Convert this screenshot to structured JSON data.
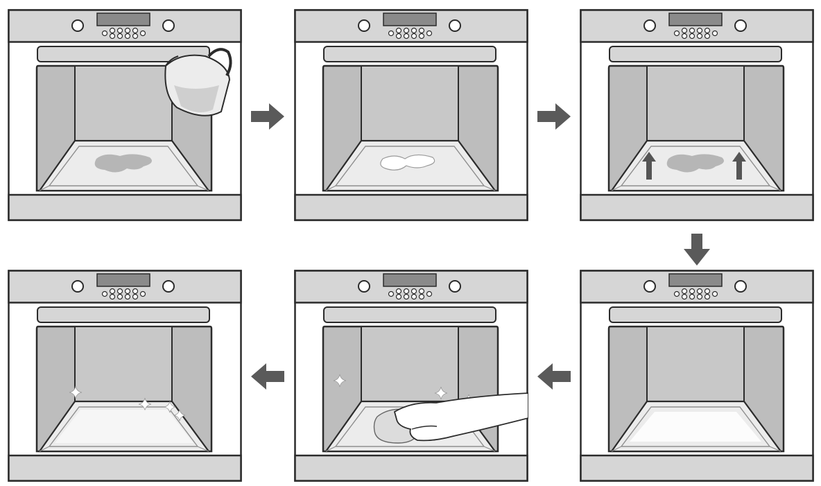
{
  "colors": {
    "outline": "#2b2b2b",
    "panel": "#d6d6d6",
    "interior_back": "#c8c8c8",
    "interior_side": "#bdbdbd",
    "tray": "#ececec",
    "arrow": "#5a5a5a",
    "puddle": "#a9a9a9"
  },
  "steps": [
    {
      "id": 1,
      "action": "pour-water",
      "icons": [
        "jug-icon",
        "puddle-icon"
      ]
    },
    {
      "id": 2,
      "action": "heat-water",
      "icons": [
        "puddle-icon"
      ]
    },
    {
      "id": 3,
      "action": "steam-rising",
      "icons": [
        "puddle-icon",
        "arrow-up-icon",
        "arrow-up-icon"
      ]
    },
    {
      "id": 4,
      "action": "dry",
      "icons": [
        "clean-tray-icon"
      ]
    },
    {
      "id": 5,
      "action": "wipe-with-cloth",
      "icons": [
        "hand-icon",
        "cloth-icon",
        "sparkle-icon"
      ]
    },
    {
      "id": 6,
      "action": "clean",
      "icons": [
        "sparkle-icon",
        "sparkle-icon",
        "sparkle-icon"
      ]
    }
  ],
  "flow_arrows": [
    {
      "from": 1,
      "to": 2,
      "direction": "right"
    },
    {
      "from": 2,
      "to": 3,
      "direction": "right"
    },
    {
      "from": 3,
      "to": 4,
      "direction": "down"
    },
    {
      "from": 4,
      "to": 5,
      "direction": "left"
    },
    {
      "from": 5,
      "to": 6,
      "direction": "left"
    }
  ]
}
